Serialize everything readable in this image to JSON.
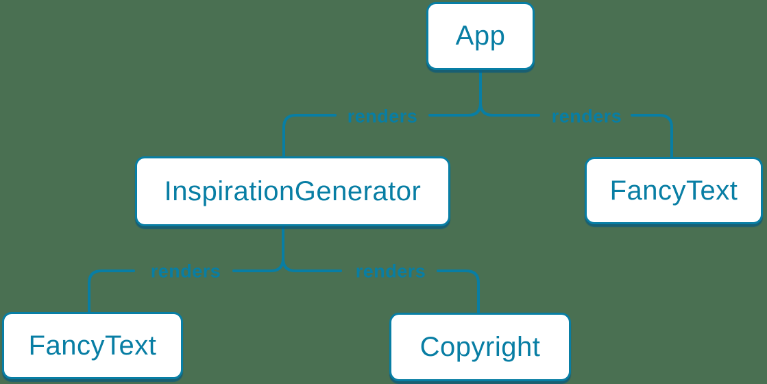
{
  "colors": {
    "background": "#4a7052",
    "accent": "#087ea4",
    "node_fill": "#ffffff",
    "node_shadow": "#0a5a7d"
  },
  "diagram": {
    "type": "render-tree",
    "nodes": [
      {
        "id": "app",
        "label": "App"
      },
      {
        "id": "inspiration-generator",
        "label": "InspirationGenerator"
      },
      {
        "id": "fancy-text-right",
        "label": "FancyText"
      },
      {
        "id": "fancy-text-left",
        "label": "FancyText"
      },
      {
        "id": "copyright",
        "label": "Copyright"
      }
    ],
    "edges": [
      {
        "from": "App",
        "to": "InspirationGenerator",
        "label": "renders"
      },
      {
        "from": "App",
        "to": "FancyText",
        "label": "renders"
      },
      {
        "from": "InspirationGenerator",
        "to": "FancyText",
        "label": "renders"
      },
      {
        "from": "InspirationGenerator",
        "to": "Copyright",
        "label": "renders"
      }
    ]
  }
}
